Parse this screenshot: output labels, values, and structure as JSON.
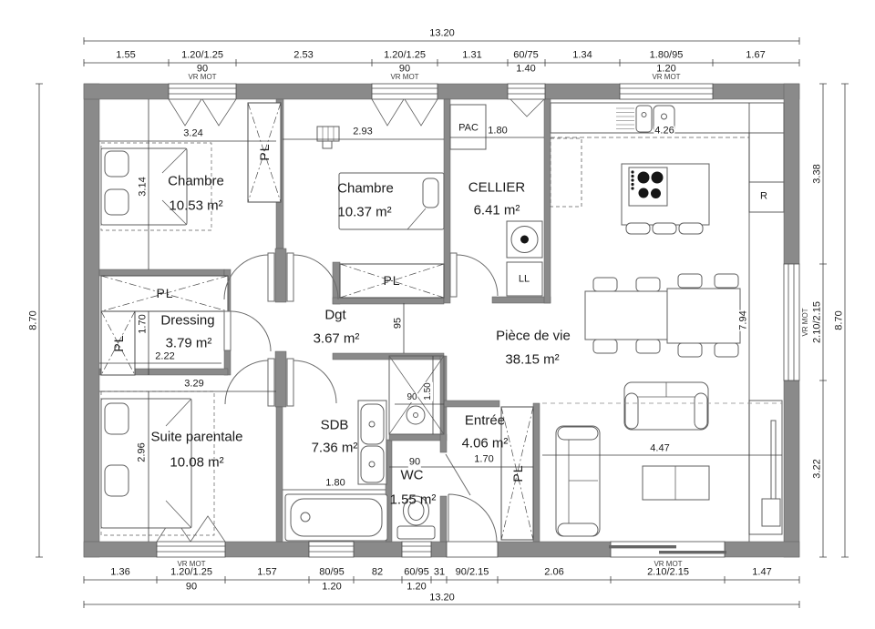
{
  "dims": {
    "top": {
      "overall": "13.20",
      "segments": [
        "1.55",
        "1.20/1.25",
        "2.53",
        "1.20/1.25",
        "1.31",
        "60/75",
        "1.34",
        "1.80/95",
        "1.67"
      ],
      "subs": [
        "90",
        "90",
        "1.40",
        "1.20"
      ],
      "vr_mot": [
        "VR MOT",
        "VR MOT",
        "VR MOT"
      ]
    },
    "bottom": {
      "overall": "13.20",
      "segments": [
        "1.36",
        "1.20/1.25",
        "1.57",
        "80/95",
        "82",
        "60/95",
        "31",
        "90/2.15",
        "2.06",
        "2.10/2.15",
        "1.47"
      ],
      "subs": [
        "90",
        "1.20",
        "1.20"
      ],
      "vr_mot": [
        "VR MOT",
        "VR MOT"
      ]
    },
    "left": {
      "overall": "8.70"
    },
    "right": {
      "overall": "8.70",
      "segments": [
        "3.38",
        "2.10/2.15",
        "3.22"
      ],
      "vr_mot": "VR MOT"
    },
    "interior": {
      "ch1_w": "3.24",
      "ch1_h": "3.14",
      "ch2_w": "2.93",
      "cellier_w": "1.80",
      "kitchen_w": "4.26",
      "dressing_h": "1.70",
      "dressing_w": "2.22",
      "suite_w": "3.29",
      "suite_h": "2.96",
      "dgt_w": "95",
      "living_h": "7.94",
      "living_w": "4.47",
      "sdb_w": "1.80",
      "shower_w": "90",
      "shower_h": "1.50",
      "wc_w": "90",
      "entree_w": "1.70"
    }
  },
  "rooms": {
    "chambre1": {
      "name": "Chambre",
      "area": "10.53 m²"
    },
    "chambre2": {
      "name": "Chambre",
      "area": "10.37 m²"
    },
    "cellier": {
      "name": "CELLIER",
      "area": "6.41 m²"
    },
    "dressing": {
      "name": "Dressing",
      "area": "3.79 m²"
    },
    "dgt": {
      "name": "Dgt",
      "area": "3.67 m²"
    },
    "piece_de_vie": {
      "name": "Pièce de vie",
      "area": "38.15 m²"
    },
    "suite_parentale": {
      "name": "Suite parentale",
      "area": "10.08 m²"
    },
    "sdb": {
      "name": "SDB",
      "area": "7.36 m²"
    },
    "entree": {
      "name": "Entrée",
      "area": "4.06 m²"
    },
    "wc": {
      "name": "WC",
      "area": "1.55 m²"
    }
  },
  "fixtures": {
    "pac": "PAC",
    "ll": "LL",
    "fridge": "R",
    "closet": "PL"
  },
  "colors": {
    "wall": "#8a8a8a",
    "line": "#4a4a4a",
    "dim": "#3d3d3d"
  }
}
